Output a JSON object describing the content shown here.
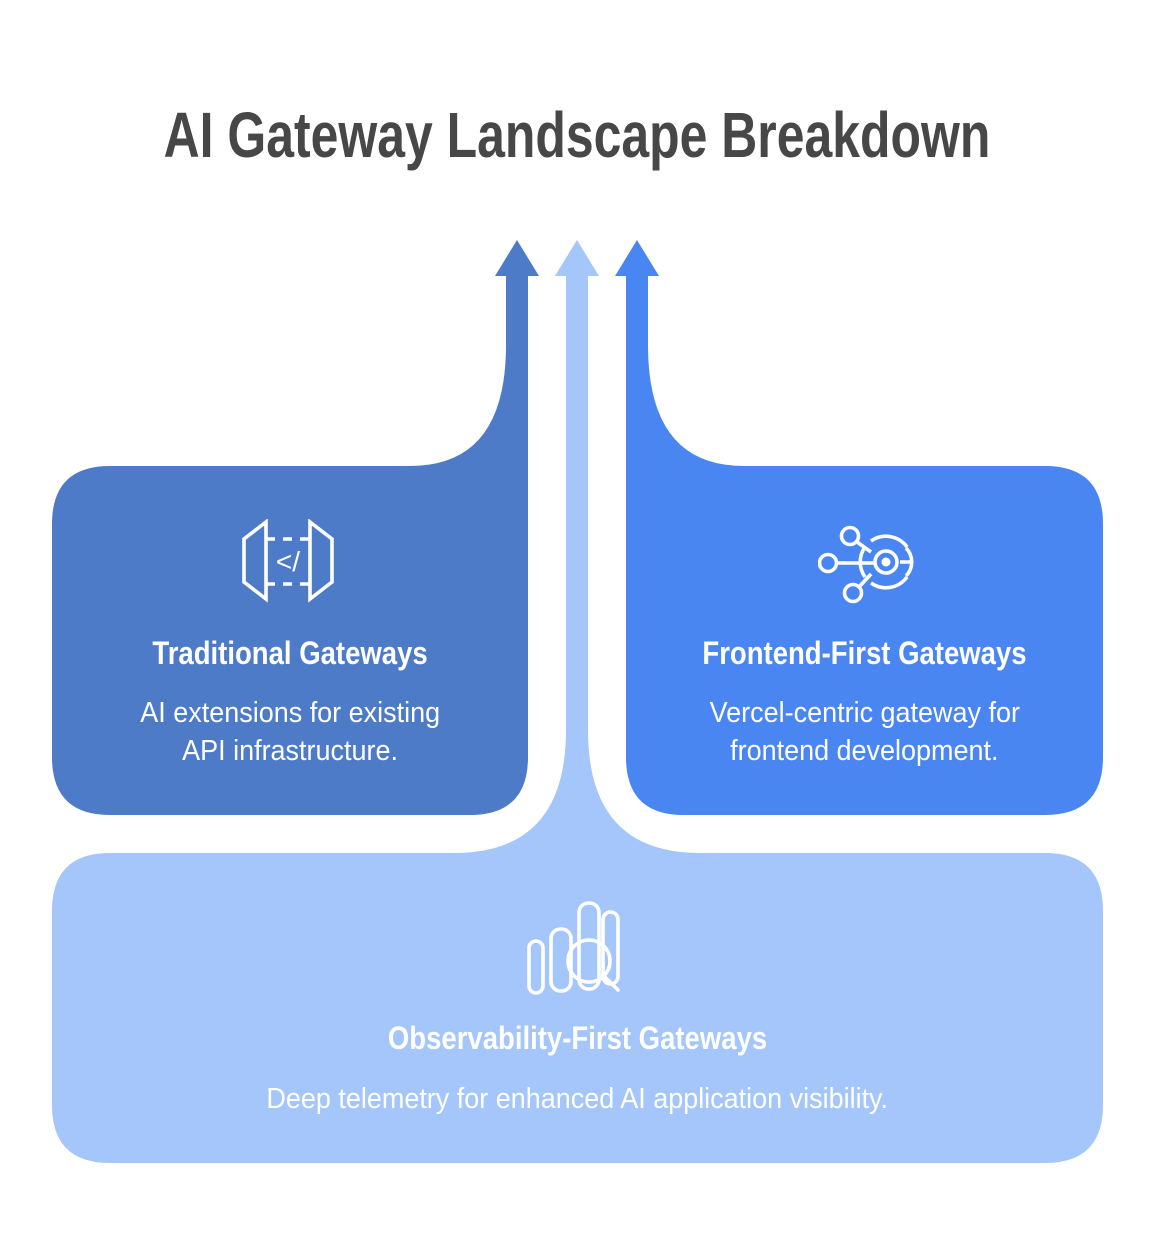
{
  "title": "AI Gateway Landscape Breakdown",
  "colors": {
    "background": "#ffffff",
    "title_text": "#474747",
    "card_text": "#ffffff",
    "traditional_blue": "#4d7bc7",
    "frontend_blue": "#4a86f2",
    "observability_blue": "#a4c6fa"
  },
  "cards": {
    "traditional": {
      "heading": "Traditional Gateways",
      "body_line1": "AI extensions for existing",
      "body_line2": "API infrastructure.",
      "icon": "api-gateway-code-icon",
      "code_glyph": "</"
    },
    "frontend": {
      "heading": "Frontend-First Gateways",
      "body_line1": "Vercel-centric gateway for",
      "body_line2": "frontend development.",
      "icon": "hub-network-icon"
    },
    "observability": {
      "heading": "Observability-First Gateways",
      "body_line1": "Deep telemetry for enhanced AI application visibility.",
      "icon": "bar-chart-magnifier-icon"
    }
  }
}
